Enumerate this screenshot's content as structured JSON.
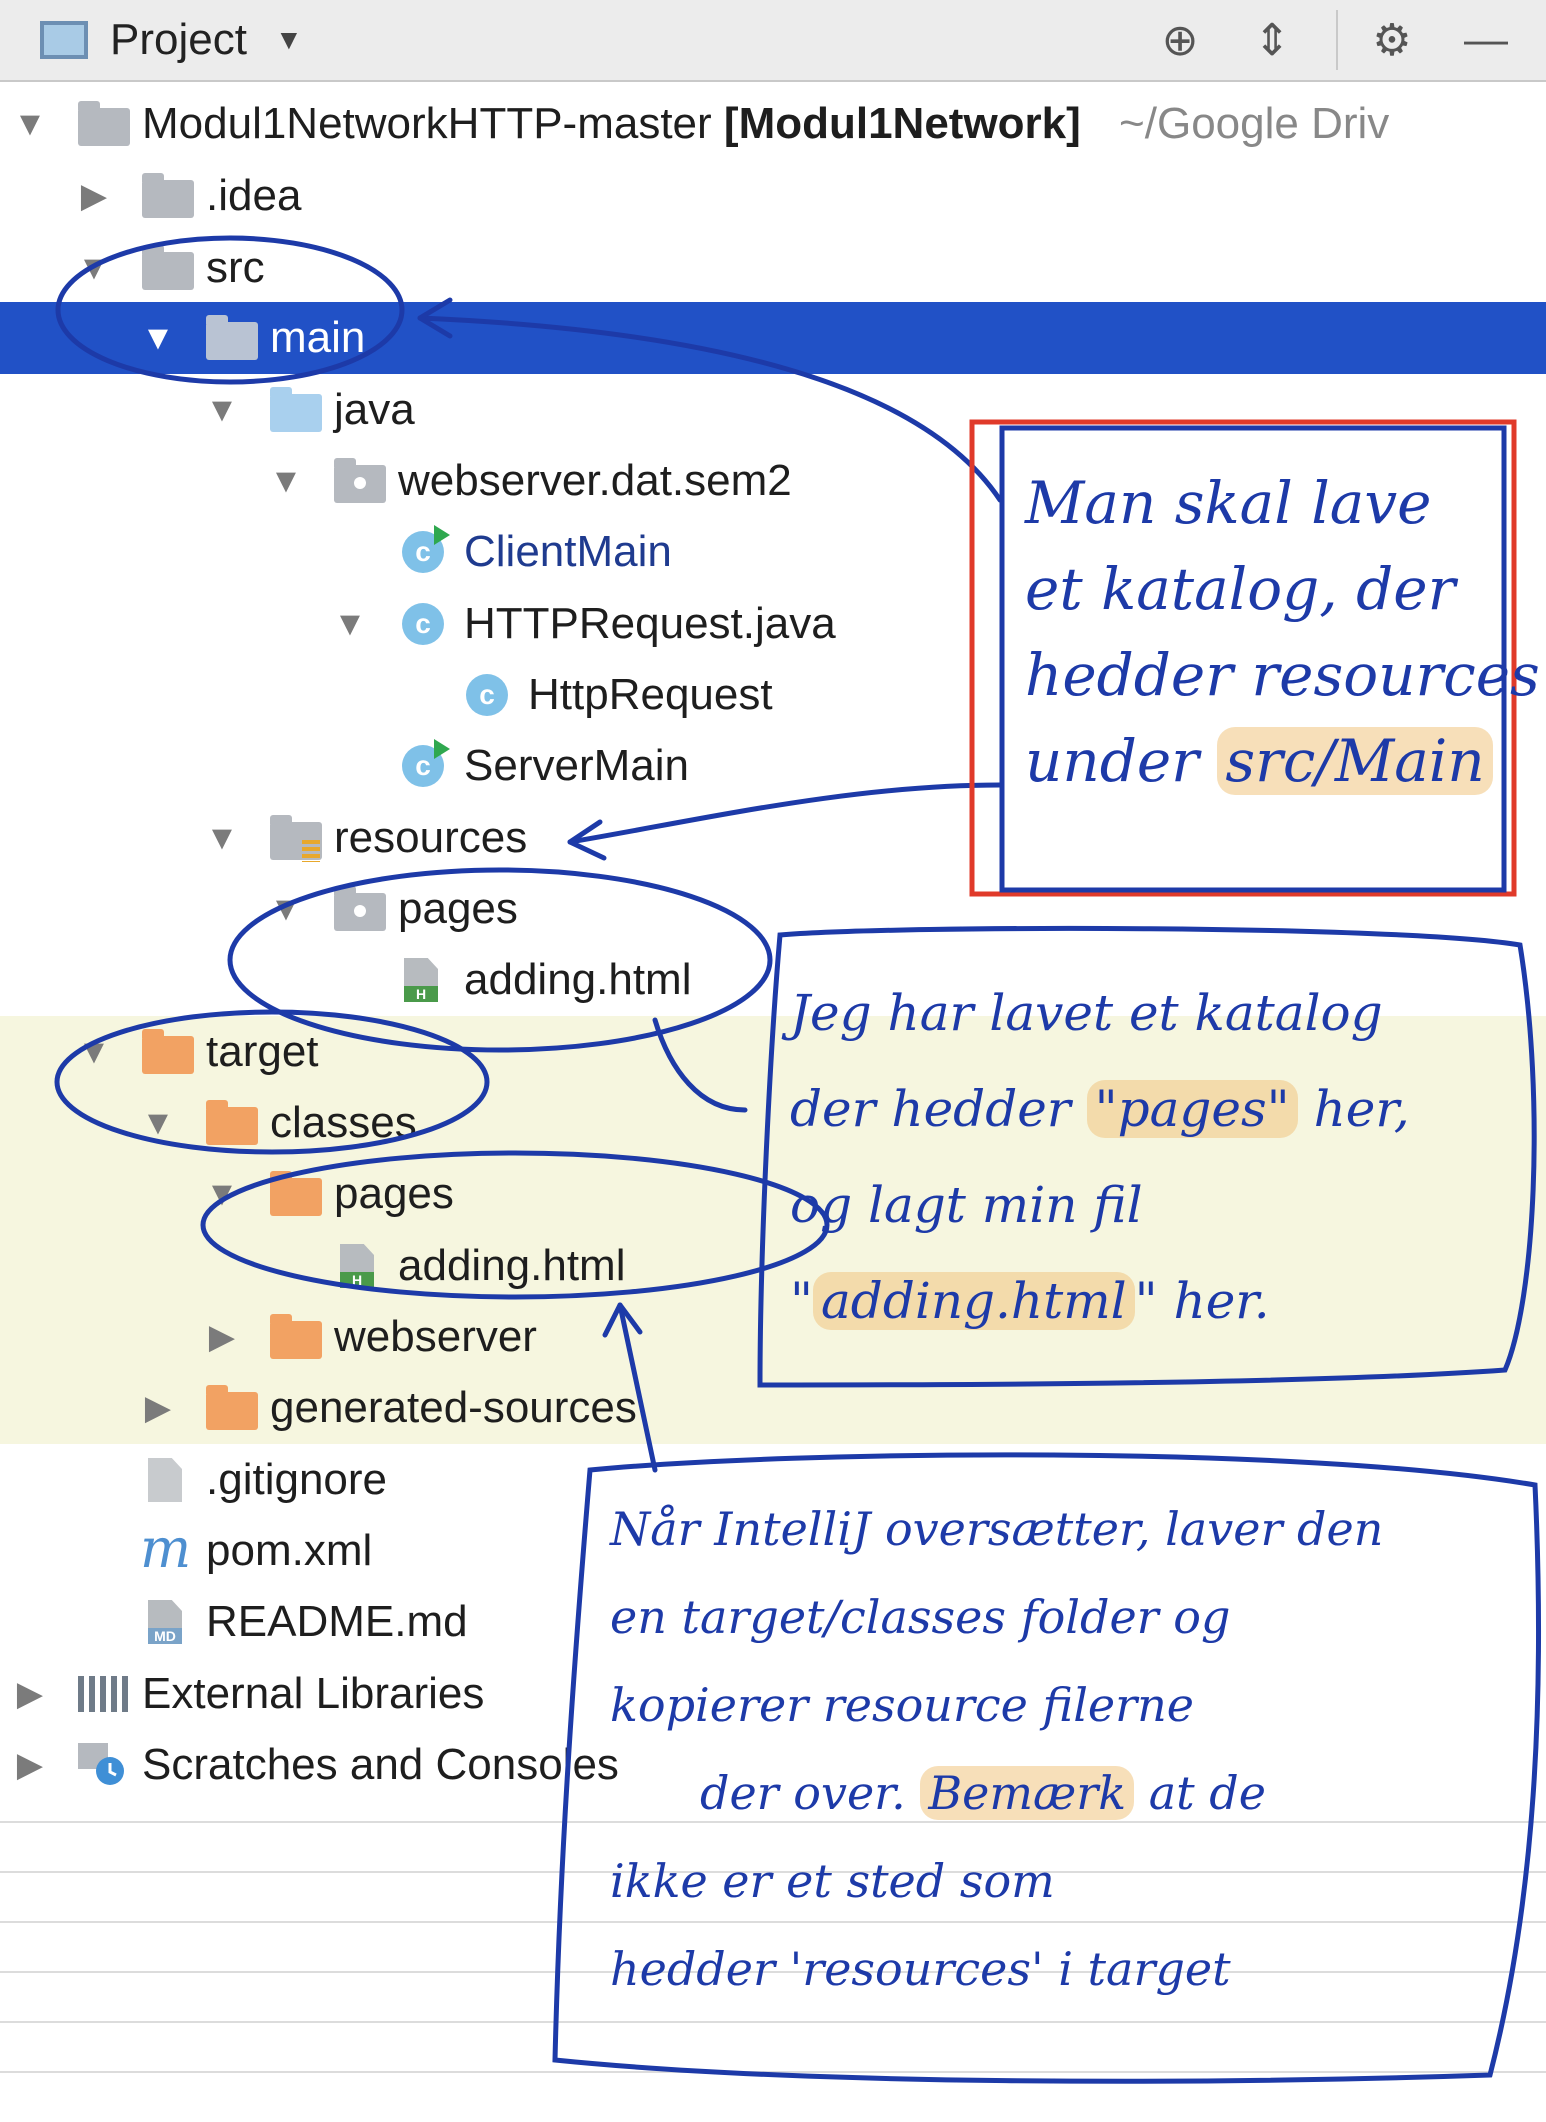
{
  "header": {
    "title": "Project",
    "icons": [
      "crosshair-icon",
      "collapse-icon",
      "gear-icon",
      "minimize-icon"
    ]
  },
  "tree": {
    "root": {
      "label": "Modul1NetworkHTTP-master",
      "module": "[Modul1Network]",
      "path": "~/Google Driv"
    },
    "idea": ".idea",
    "src": "src",
    "main": "main",
    "java": "java",
    "package": "webserver.dat.sem2",
    "client_main": "ClientMain",
    "http_request_java": "HTTPRequest.java",
    "http_request": "HttpRequest",
    "server_main": "ServerMain",
    "resources": "resources",
    "pages": "pages",
    "adding_html": "adding.html",
    "target": "target",
    "classes": "classes",
    "target_pages": "pages",
    "target_adding_html": "adding.html",
    "webserver": "webserver",
    "generated_sources": "generated-sources",
    "gitignore": ".gitignore",
    "pom": "pom.xml",
    "readme": "README.md",
    "external_libraries": "External Libraries",
    "scratches": "Scratches and Consoles"
  },
  "notes": {
    "note1": [
      "Man skal lave",
      "et katalog, der",
      "hedder resources",
      "under",
      "src/Main"
    ],
    "note2": [
      "Jeg har lavet et katalog",
      "der hedder",
      "\"pages\"",
      "her,",
      "og lagt min fil",
      "\"",
      "adding.html",
      "\" her."
    ],
    "note3": [
      "Når IntelliJ oversætter, laver den",
      "en target/classes folder og",
      "kopierer resource filerne",
      "der over.",
      "Bemærk",
      "at de",
      "ikke er et sted som",
      "hedder 'resources' i target"
    ]
  },
  "colors": {
    "selection": "#2151c6",
    "excluded_bg": "#f6f6df",
    "ink": "#1d3aa8",
    "red_box": "#e03a2a",
    "highlight": "#f0c480"
  }
}
